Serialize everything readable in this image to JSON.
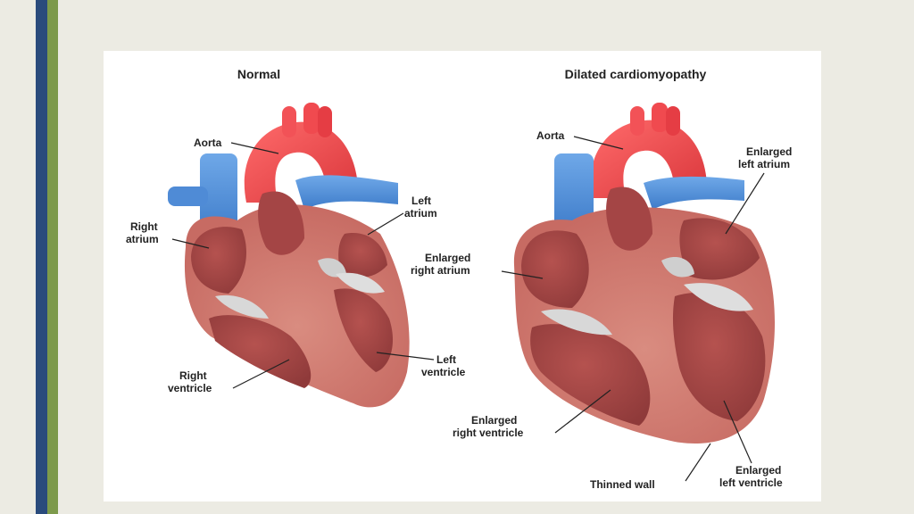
{
  "slide": {
    "accent_colors": {
      "left_bar": "#2a4b7c",
      "right_bar": "#7d9a4b",
      "background": "#ecebe3"
    }
  },
  "diagram": {
    "normal": {
      "title": "Normal",
      "labels": {
        "aorta": "Aorta",
        "right_atrium_1": "Right",
        "right_atrium_2": "atrium",
        "left_atrium_1": "Left",
        "left_atrium_2": "atrium",
        "right_ventricle_1": "Right",
        "right_ventricle_2": "ventricle",
        "left_ventricle_1": "Left",
        "left_ventricle_2": "ventricle"
      }
    },
    "dilated": {
      "title": "Dilated cardiomyopathy",
      "labels": {
        "aorta": "Aorta",
        "enlarged_left_atrium_1": "Enlarged",
        "enlarged_left_atrium_2": "left atrium",
        "enlarged_right_atrium_1": "Enlarged",
        "enlarged_right_atrium_2": "right atrium",
        "enlarged_right_ventricle_1": "Enlarged",
        "enlarged_right_ventricle_2": "right ventricle",
        "thinned_wall": "Thinned wall",
        "enlarged_left_ventricle_1": "Enlarged",
        "enlarged_left_ventricle_2": "left ventricle"
      }
    }
  }
}
